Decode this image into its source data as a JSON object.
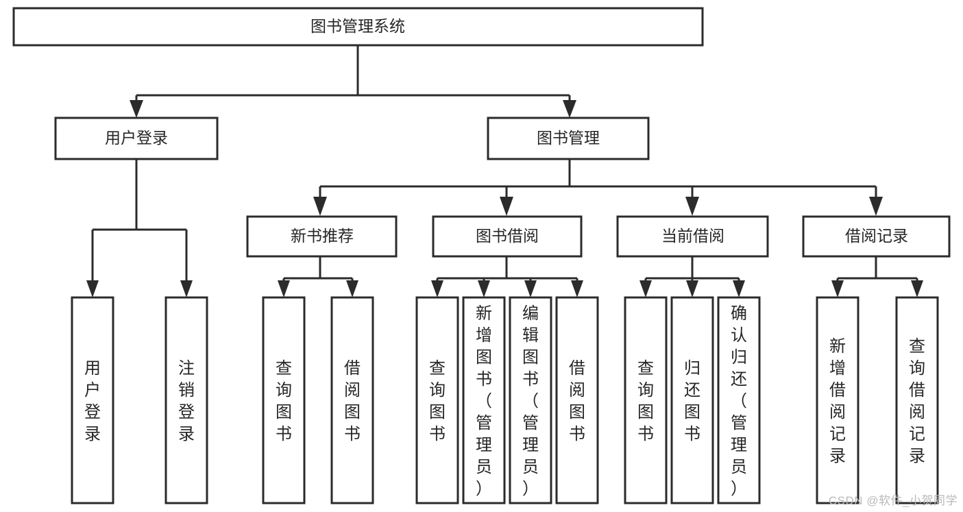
{
  "diagram": {
    "type": "tree-hierarchy",
    "title": "图书管理系统",
    "watermark": "CSDN @软件_小贺同学",
    "colors": {
      "stroke": "#2b2b2b",
      "fill": "#ffffff",
      "text": "#262626",
      "watermark": "#b9b9b9",
      "background": "#ffffff"
    },
    "levels": [
      {
        "level": 1,
        "nodes": [
          {
            "id": "root",
            "label": "图书管理系统",
            "orientation": "horizontal"
          }
        ]
      },
      {
        "level": 2,
        "nodes": [
          {
            "id": "login",
            "label": "用户登录",
            "orientation": "horizontal",
            "parent": "root"
          },
          {
            "id": "bookmgmt",
            "label": "图书管理",
            "orientation": "horizontal",
            "parent": "root"
          }
        ]
      },
      {
        "level": 3,
        "nodes": [
          {
            "id": "newbook",
            "label": "新书推荐",
            "orientation": "horizontal",
            "parent": "bookmgmt"
          },
          {
            "id": "borrow",
            "label": "图书借阅",
            "orientation": "horizontal",
            "parent": "bookmgmt"
          },
          {
            "id": "current",
            "label": "当前借阅",
            "orientation": "horizontal",
            "parent": "bookmgmt"
          },
          {
            "id": "records",
            "label": "借阅记录",
            "orientation": "horizontal",
            "parent": "bookmgmt"
          }
        ]
      },
      {
        "level": 4,
        "nodes": [
          {
            "id": "leaf1",
            "label": "用户登录",
            "orientation": "vertical",
            "parent": "login"
          },
          {
            "id": "leaf2",
            "label": "注销登录",
            "orientation": "vertical",
            "parent": "login"
          },
          {
            "id": "leaf3",
            "label": "查询图书",
            "orientation": "vertical",
            "parent": "newbook"
          },
          {
            "id": "leaf4",
            "label": "借阅图书",
            "orientation": "vertical",
            "parent": "newbook"
          },
          {
            "id": "leaf5",
            "label": "查询图书",
            "orientation": "vertical",
            "parent": "borrow"
          },
          {
            "id": "leaf6",
            "label": "新增图书（管理员）",
            "orientation": "vertical",
            "parent": "borrow"
          },
          {
            "id": "leaf7",
            "label": "编辑图书（管理员）",
            "orientation": "vertical",
            "parent": "borrow"
          },
          {
            "id": "leaf8",
            "label": "借阅图书",
            "orientation": "vertical",
            "parent": "borrow"
          },
          {
            "id": "leaf9",
            "label": "查询图书",
            "orientation": "vertical",
            "parent": "current"
          },
          {
            "id": "leaf10",
            "label": "归还图书",
            "orientation": "vertical",
            "parent": "current"
          },
          {
            "id": "leaf11",
            "label": "确认归还（管理员）",
            "orientation": "vertical",
            "parent": "current"
          },
          {
            "id": "leaf12",
            "label": "新增借阅记录",
            "orientation": "vertical",
            "parent": "records"
          },
          {
            "id": "leaf13",
            "label": "查询借阅记录",
            "orientation": "vertical",
            "parent": "records"
          }
        ]
      }
    ]
  }
}
